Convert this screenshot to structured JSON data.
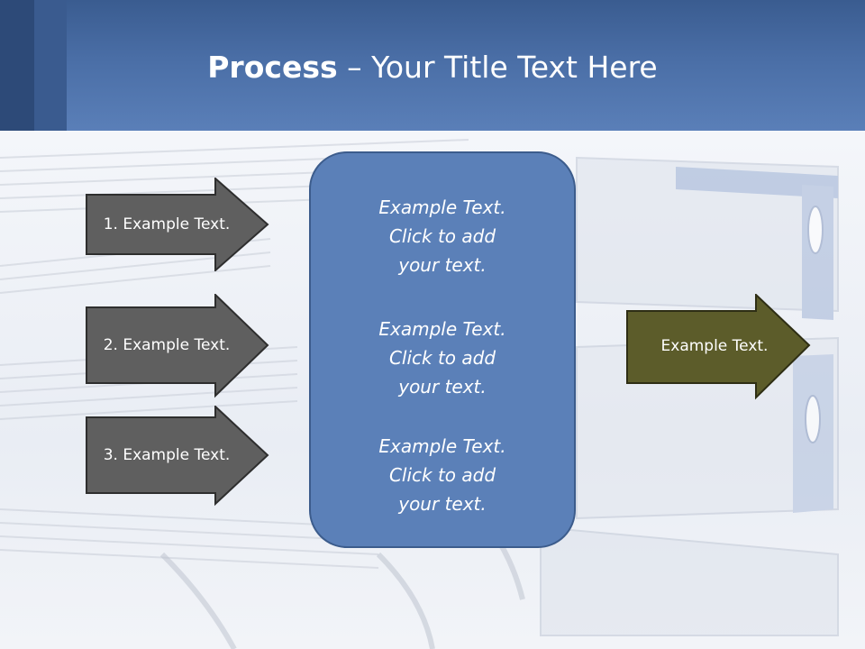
{
  "slide": {
    "title_bold": "Process",
    "title_rest": " – Your Title Text Here"
  },
  "inputs": [
    "1. Example Text.",
    "2. Example Text.",
    "3. Example Text."
  ],
  "center_blocks": [
    {
      "line1": "Example Text.",
      "line2": "Click  to add",
      "line3": "your text."
    },
    {
      "line1": "Example Text.",
      "line2": "Click  to add",
      "line3": "your text."
    },
    {
      "line1": "Example Text.",
      "line2": "Click  to add",
      "line3": "your text."
    }
  ],
  "output": "Example Text.",
  "colors": {
    "header": "#4a6ea6",
    "input_arrow": "#5f5f5f",
    "center_box": "#5b80b8",
    "output_arrow": "#5c5c2a"
  }
}
